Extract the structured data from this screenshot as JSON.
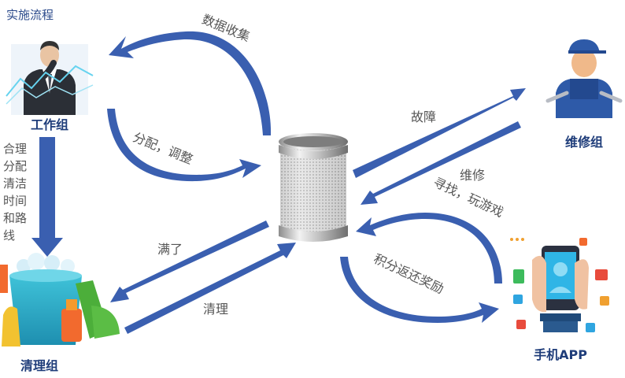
{
  "title": "实施流程",
  "nodes": {
    "work_group": "工作组",
    "repair_group": "维修组",
    "clean_group": "清理组",
    "app": "手机APP"
  },
  "edges": {
    "collect": "数据收集",
    "assign": "分配，调整",
    "fault": "故障",
    "repair": "维修",
    "full": "满了",
    "clean": "清理",
    "find": "寻找，玩游戏",
    "reward": "积分返还奖励"
  },
  "side_text": [
    "合理",
    "分配",
    "清洁",
    "时间",
    "和路",
    "线"
  ],
  "colors": {
    "arrow": "#3a5fb0",
    "arrow_dark": "#2a4a94",
    "node_label": "#1f3d7a",
    "text": "#555555"
  },
  "icons": {
    "work_group": "businessman-icon",
    "repair_group": "mechanic-icon",
    "clean_group": "cleaning-bucket-icon",
    "app": "smartphone-icon",
    "center": "trash-bin-icon"
  }
}
